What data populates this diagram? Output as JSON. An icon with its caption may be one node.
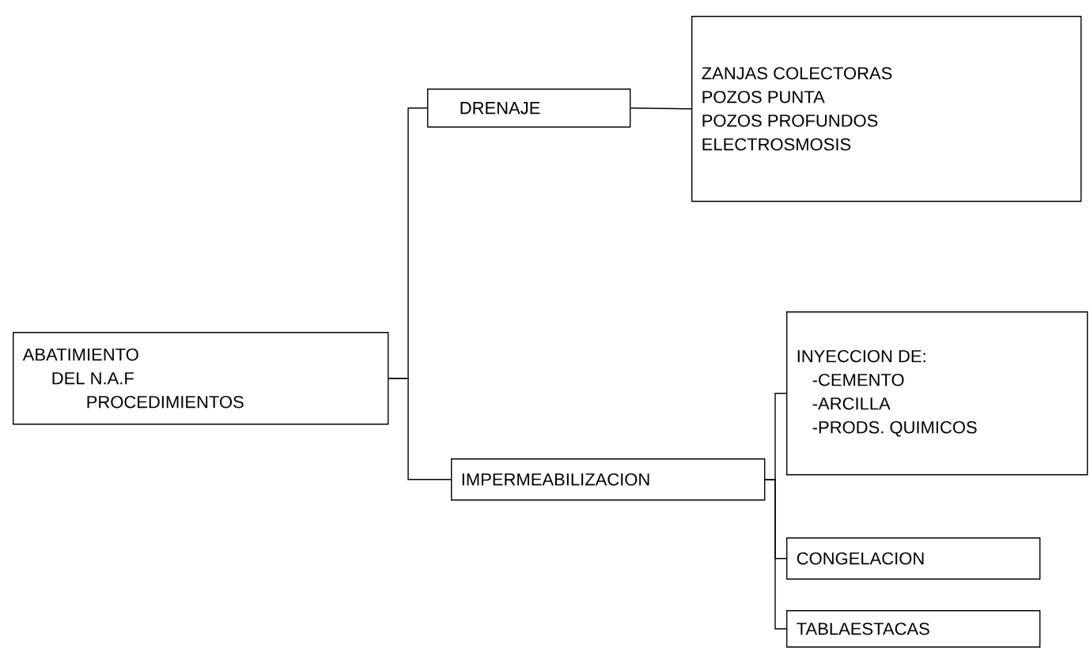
{
  "diagram": {
    "nodes": [
      {
        "text": [
          "ABATIMIENTO",
          "DEL N.A.F",
          "PROCEDIMIENTOS"
        ]
      },
      {
        "text": [
          "DRENAJE"
        ]
      },
      {
        "text": [
          "ZANJAS COLECTORAS",
          "POZOS PUNTA",
          "POZOS PROFUNDOS",
          "ELECTROSMOSIS"
        ]
      },
      {
        "text": [
          "IMPERMEABILIZACION"
        ]
      },
      {
        "text": [
          "INYECCION DE:",
          "-CEMENTO",
          "-ARCILLA",
          "-PRODS. QUIMICOS"
        ]
      },
      {
        "text": [
          "CONGELACION"
        ]
      },
      {
        "text": [
          "TABLAESTACAS"
        ]
      }
    ],
    "edges": [
      {
        "from": 0,
        "to": 1,
        "arrow": "none"
      },
      {
        "from": 0,
        "to": 3,
        "arrow": "none"
      },
      {
        "from": 1,
        "to": 2,
        "arrow": "none"
      },
      {
        "from": 3,
        "to": 4,
        "arrow": "none"
      },
      {
        "from": 3,
        "to": 5,
        "arrow": "none"
      },
      {
        "from": 3,
        "to": 6,
        "arrow": "none"
      }
    ]
  }
}
